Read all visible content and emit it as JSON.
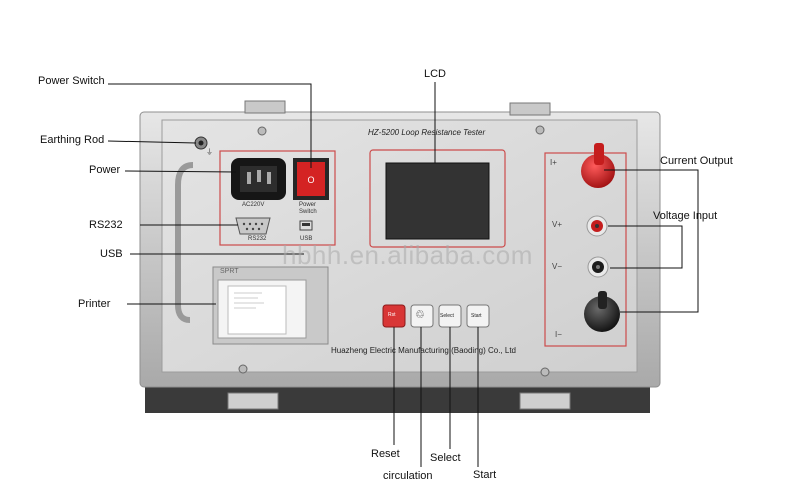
{
  "device": {
    "title": "HZ-5200 Loop Resistance Tester",
    "manufacturer": "Huazheng Electric Manufacturing (Baoding) Co., Ltd",
    "ac_label": "AC220V",
    "power_switch_label_1": "Power",
    "power_switch_label_2": "Switch",
    "rs232_label": "RS232",
    "usb_label": "USB",
    "printer_label": "SPRT",
    "terminals": {
      "i_plus": "I+",
      "v_plus": "V+",
      "v_minus": "V−",
      "i_minus": "I−"
    },
    "buttons": {
      "reset": "Rst",
      "circulation": "♲",
      "select": "Select",
      "start": "Start"
    },
    "colors": {
      "panel": "#d8d8d8",
      "accent_red": "#cc2b2b",
      "frame": "#b9b9b9"
    }
  },
  "callouts": {
    "power_switch": "Power Switch",
    "earthing_rod": "Earthing Rod",
    "power": "Power",
    "rs232": "RS232",
    "usb": "USB",
    "printer": "Printer",
    "lcd": "LCD",
    "current_output": "Current Output",
    "voltage_input": "Voltage Input",
    "reset": "Reset",
    "circulation": "circulation",
    "select": "Select",
    "start": "Start"
  },
  "watermark": "hbhh.en.alibaba.com"
}
